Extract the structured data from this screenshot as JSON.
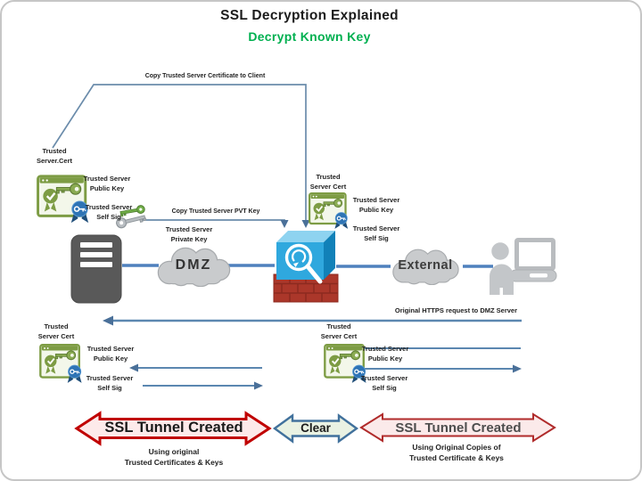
{
  "slide": {
    "title": "SSL Decryption Explained",
    "subtitle": "Decrypt Known Key"
  },
  "connectors": {
    "copy_cert": "Copy Trusted Server Certificate  to Client",
    "copy_pvt": "Copy  Trusted Server PVT Key",
    "https_request": "Original HTTPS request to DMZ Server"
  },
  "nodes": {
    "dmz_cloud": "DMZ",
    "external_cloud": "External"
  },
  "clusters": {
    "top_left": {
      "cert": "Trusted\nServer.Cert",
      "public_key": "Trusted Server\nPublic Key",
      "self_sig": "Trusted Server\nSelf Sig",
      "private_key": "Trusted Server\nPrivate Key"
    },
    "mid_right": {
      "cert": "Trusted\nServer Cert",
      "public_key": "Trusted Server\nPublic Key",
      "self_sig": "Trusted Server\nSelf Sig"
    },
    "bottom_left": {
      "cert": "Trusted\nServer Cert",
      "public_key": "Trusted Server\nPublic Key",
      "self_sig": "Trusted Server\nSelf Sig"
    },
    "bottom_right": {
      "cert": "Trusted\nServer Cert",
      "public_key": "Trusted Server\nPublic Key",
      "self_sig": "Trusted Server\nSelf Sig"
    }
  },
  "tunnel_arrows": {
    "left": {
      "label": "SSL Tunnel Created",
      "caption": "Using original\nTrusted Certificates & Keys"
    },
    "middle": {
      "label": "Clear"
    },
    "right": {
      "label": "SSL Tunnel Created",
      "caption": "Using Original Copies of\nTrusted Certificate & Keys"
    }
  },
  "colors": {
    "subtitle_green": "#00B050",
    "connector_blue": "#5B87B0",
    "backbone_blue": "#4F81BD",
    "tunnel_red_border": "#C00000",
    "tunnel_red_fill": "#FDEAEA",
    "clear_border": "#41719C",
    "clear_fill": "#EAF2E3",
    "cert_green": "#7D9C44",
    "medal_blue": "#2E74B5",
    "firewall_blue": "#2FA8DE",
    "brick_red": "#AB372A",
    "server_gray": "#595959",
    "cloud_gray": "#C9CBCD"
  },
  "icons": {
    "certificate": "certificate-icon",
    "public_key": "key-icon",
    "self_sig": "medal-key-icon",
    "key_pair": "key-pair-icon",
    "server": "server-icon",
    "cloud": "cloud-icon",
    "firewall": "firewall-icon",
    "client": "user-computer-icon"
  }
}
